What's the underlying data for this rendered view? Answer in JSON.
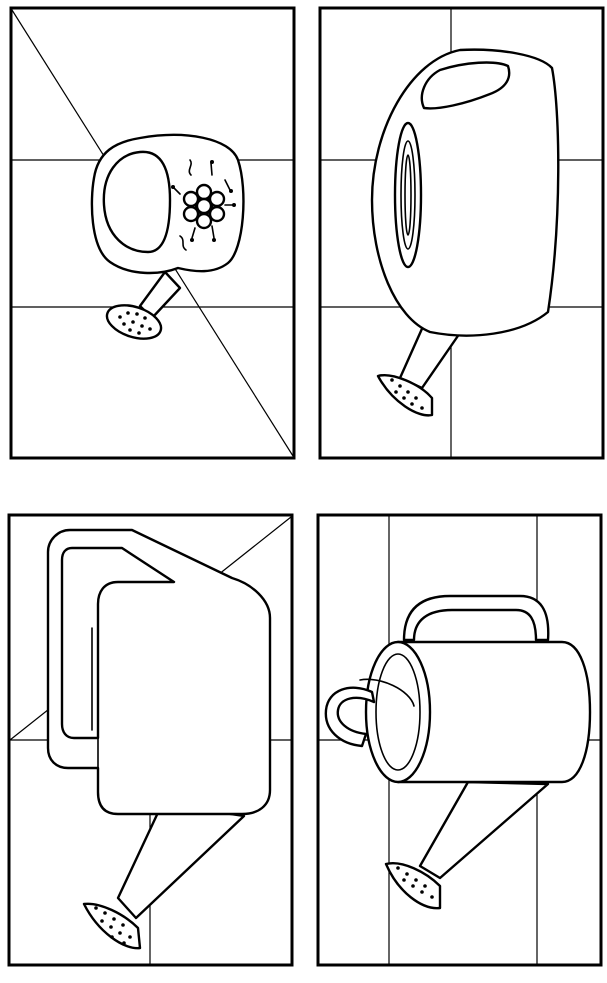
{
  "worksheet": {
    "panels": [
      {
        "subject": "watering-can-with-flower",
        "guides": "diagonal-and-cross"
      },
      {
        "subject": "watering-can-oval",
        "guides": "cross"
      },
      {
        "subject": "watering-can-boxy",
        "guides": "diagonal-and-cross"
      },
      {
        "subject": "watering-can-cylinder",
        "guides": "grid"
      }
    ],
    "colors": {
      "ink": "#000000",
      "paper": "#ffffff"
    }
  }
}
